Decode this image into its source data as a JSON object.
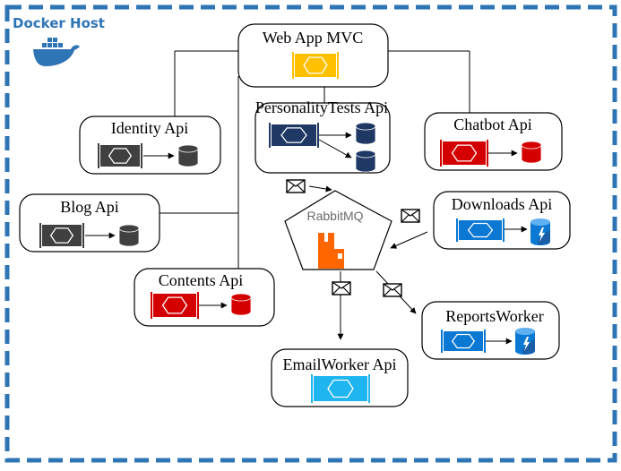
{
  "host": {
    "label": "Docker Host",
    "border_color": "#2e75b6",
    "logo_icon": "docker-whale-icon"
  },
  "services": {
    "webapp": {
      "label": "Web App MVC",
      "api_color": "#ffc000",
      "api_icon": "api-gateway-icon"
    },
    "personality": {
      "label": "PersonalityTests Api",
      "api_color": "#1f3864",
      "db_color": "#1f3864"
    },
    "identity": {
      "label": "Identity Api",
      "api_color": "#404040",
      "db_color": "#404040"
    },
    "chatbot": {
      "label": "Chatbot Api",
      "api_color": "#d40000",
      "db_color": "#d40000"
    },
    "blog": {
      "label": "Blog Api",
      "api_color": "#404040",
      "db_color": "#404040"
    },
    "downloads": {
      "label": "Downloads Api",
      "api_color": "#0b78d4",
      "db_color": "#0b78d4",
      "db_icon": "cosmos-db-icon"
    },
    "contents": {
      "label": "Contents Api",
      "api_color": "#d40000",
      "db_color": "#d40000"
    },
    "reports": {
      "label": "ReportsWorker",
      "api_color": "#0b78d4",
      "db_color": "#0b78d4",
      "db_icon": "cosmos-db-icon"
    },
    "email": {
      "label": "EmailWorker Api",
      "api_color": "#1fb5f0"
    }
  },
  "broker": {
    "label": "RabbitMQ",
    "logo_color": "#ff6600",
    "logo_icon": "rabbitmq-logo-icon"
  },
  "message_icon": "envelope-icon"
}
